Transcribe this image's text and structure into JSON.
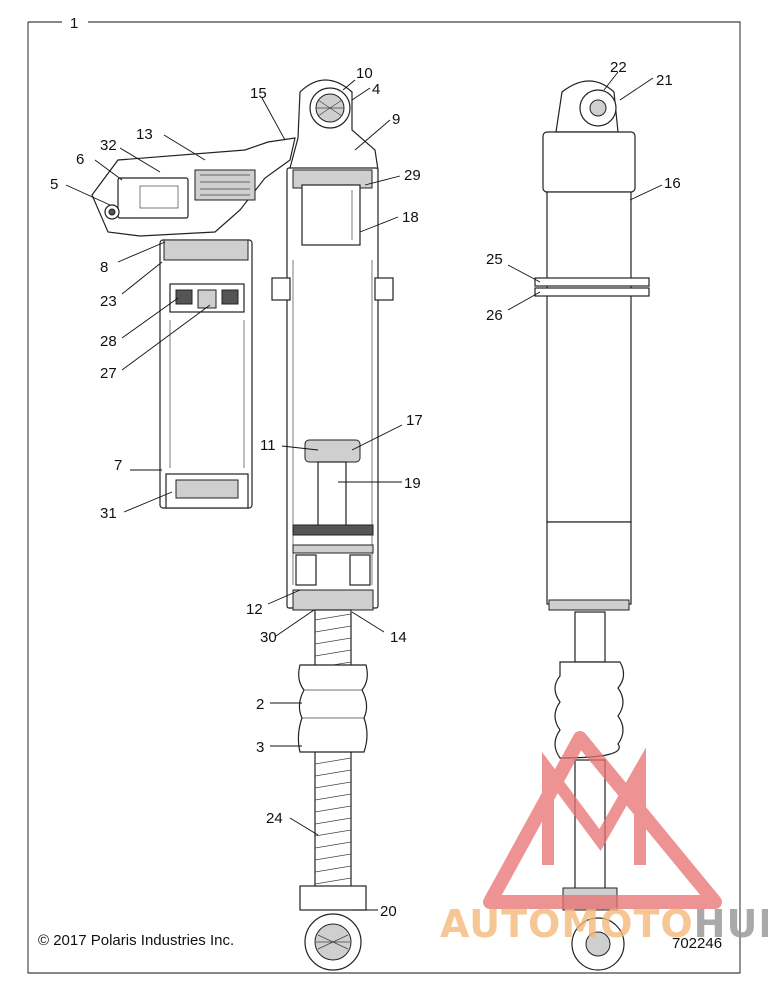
{
  "diagram": {
    "frame_label": "1",
    "callouts": [
      "2",
      "3",
      "4",
      "5",
      "6",
      "7",
      "8",
      "9",
      "10",
      "11",
      "12",
      "13",
      "14",
      "15",
      "16",
      "17",
      "18",
      "19",
      "20",
      "21",
      "22",
      "23",
      "24",
      "25",
      "26",
      "27",
      "28",
      "29",
      "30",
      "31",
      "32"
    ],
    "copyright": "© 2017 Polaris Industries Inc.",
    "document_number": "702246"
  },
  "watermark": {
    "text_prefix": "AUTOMOTO",
    "text_suffix": "HUB",
    "colors": {
      "prefix": "#f4b97a",
      "suffix": "#9a9a9a",
      "logo": "#e87070"
    }
  }
}
